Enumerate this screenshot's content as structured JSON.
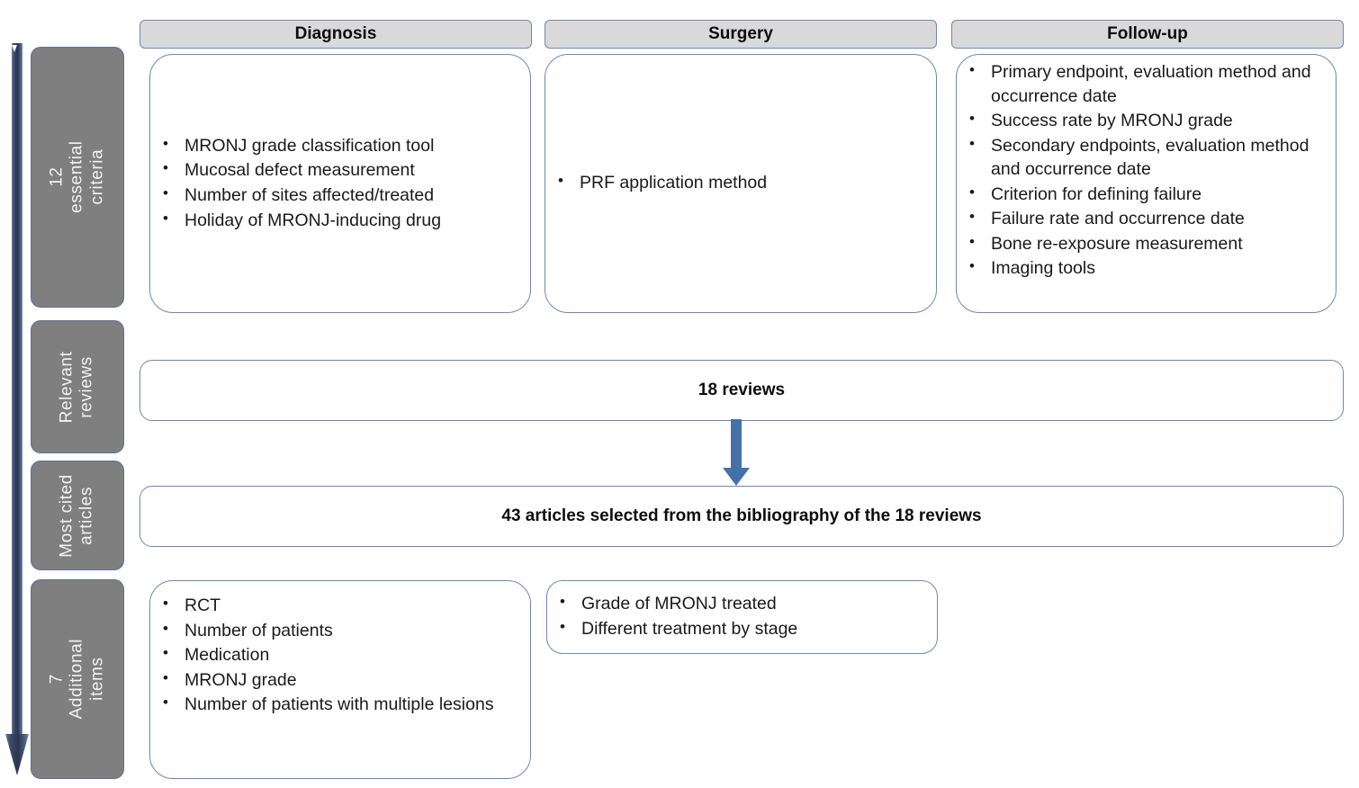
{
  "diagram": {
    "title": "MRONJ PRF review data-extraction flow",
    "colors": {
      "chip_fill": "#7F7F7F",
      "chip_border": "#5B7099",
      "header_fill": "#D9D9D9",
      "header_border": "#7089B0",
      "box_border": "#6F86B5",
      "connector_arrow": "#4472A8",
      "master_arrow": "#23314D",
      "page_background": "#FFFFFF",
      "chip_text": "#F2F2F2"
    }
  },
  "master_arrow": {
    "icon": "down-arrow-icon",
    "direction": "down"
  },
  "row_labels": [
    {
      "id": "essential-criteria",
      "text": "12 essential criteria"
    },
    {
      "id": "relevant-reviews",
      "text": "Relevant reviews"
    },
    {
      "id": "most-cited",
      "text": "Most cited articles"
    },
    {
      "id": "additional-items",
      "text": "7 Additional items"
    }
  ],
  "columns": [
    {
      "id": "diagnosis",
      "label": "Diagnosis"
    },
    {
      "id": "surgery",
      "label": "Surgery"
    },
    {
      "id": "followup",
      "label": "Follow-up"
    }
  ],
  "criteria": {
    "diagnosis": [
      "MRONJ grade classification tool",
      "Mucosal defect measurement",
      "Number of sites affected/treated",
      "Holiday of MRONJ-inducing drug"
    ],
    "surgery": [
      "PRF application method"
    ],
    "followup": [
      "Primary endpoint, evaluation method and occurrence date",
      "Success rate by MRONJ grade",
      "Secondary endpoints, evaluation method and occurrence date",
      "Criterion for defining failure",
      "Failure rate and occurrence date",
      "Bone re-exposure measurement",
      "Imaging tools"
    ]
  },
  "reviews_box": {
    "text": "18 reviews"
  },
  "articles_box": {
    "text": "43 articles selected from the bibliography of the 18 reviews"
  },
  "additional_items": {
    "left": [
      "RCT",
      "Number of patients",
      "Medication",
      "MRONJ grade",
      "Number of patients with multiple lesions"
    ],
    "right": [
      "Grade of MRONJ treated",
      "Different treatment by stage"
    ]
  }
}
